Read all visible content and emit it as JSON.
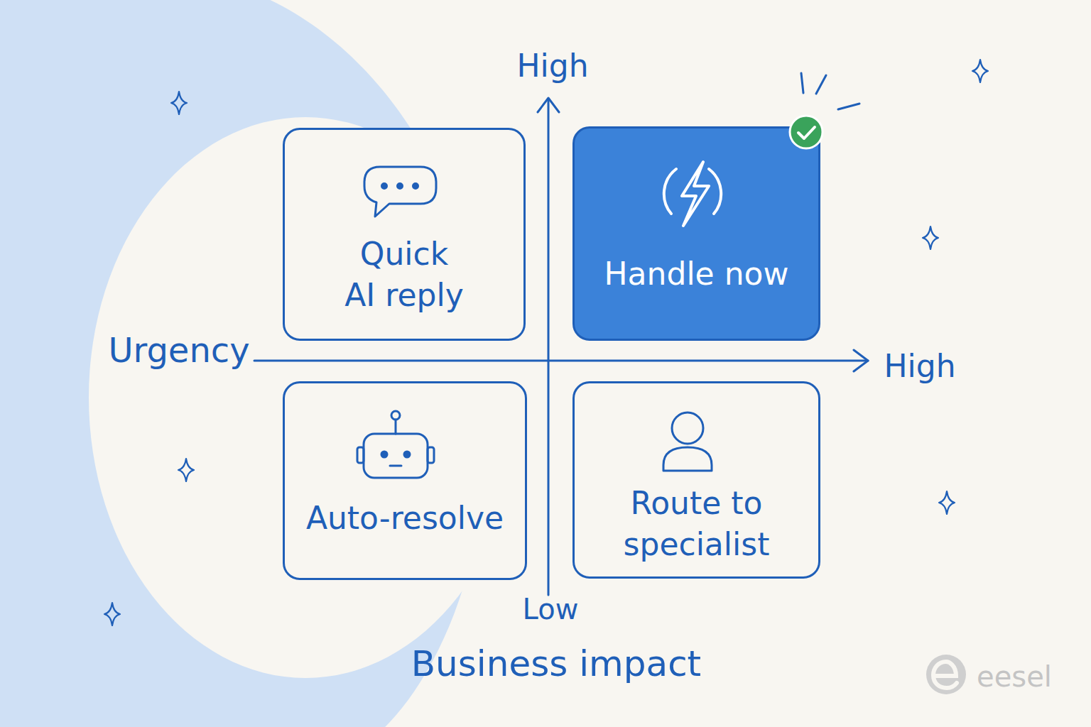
{
  "diagram": {
    "nodes": [
      {
        "text": [
          "Quick AI reply"
        ]
      },
      {
        "text": [
          "Handle now"
        ]
      },
      {
        "text": [
          "Auto-resolve"
        ]
      },
      {
        "text": [
          "Route to specialist"
        ]
      }
    ],
    "labels": [
      "High",
      "Urgency",
      "High",
      "Low",
      "Business impact",
      "eesel"
    ]
  }
}
